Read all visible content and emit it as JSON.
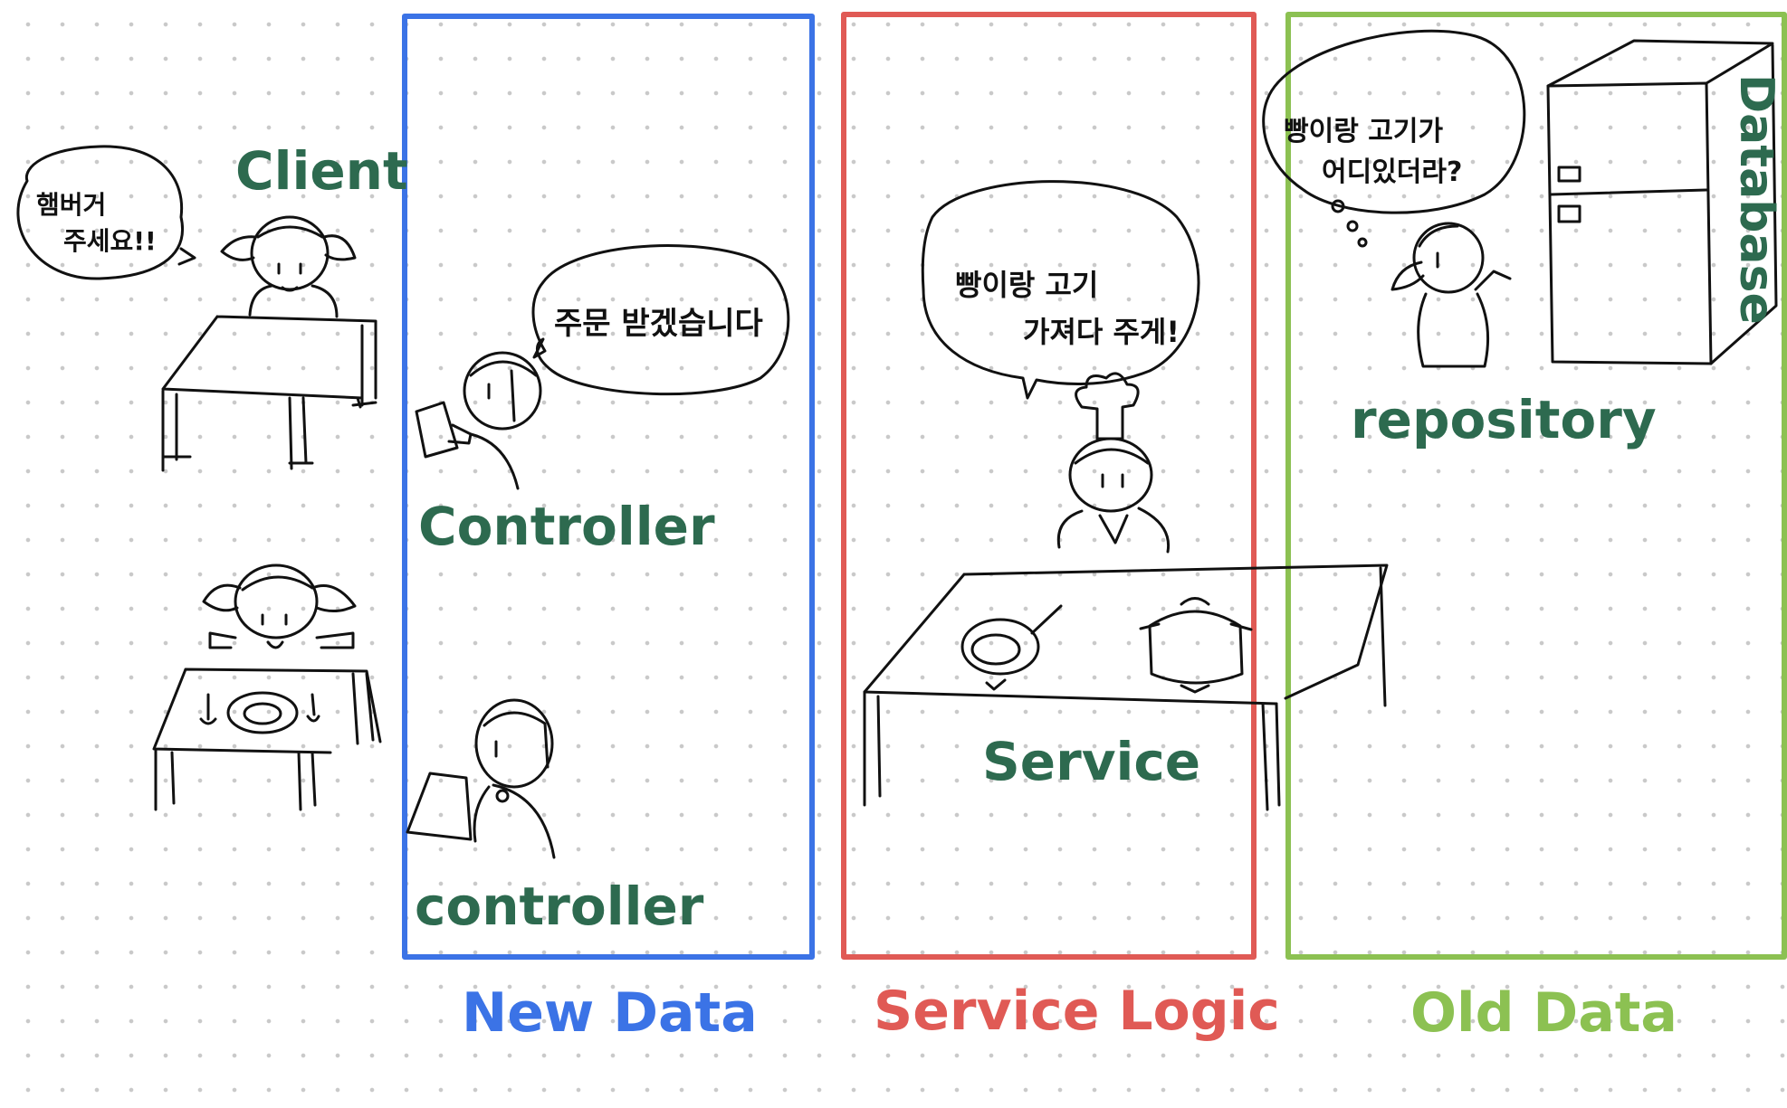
{
  "colors": {
    "new_data": "#3b73e6",
    "service_logic": "#e05a55",
    "old_data": "#8cc152",
    "label_green": "#2d6a4f",
    "ink": "#111111"
  },
  "labels": {
    "client": "Client",
    "controller_top": "Controller",
    "controller_bottom": "controller",
    "service": "Service",
    "repository": "repository",
    "database": "Database"
  },
  "speech": {
    "client_line1": "햄버거",
    "client_line2": "주세요!!",
    "controller": "주문 받겠습니다",
    "service_line1": "빵이랑 고기",
    "service_line2": "가져다 주게!",
    "repository_line1": "빵이랑 고기가",
    "repository_line2": "어디있더라?"
  },
  "sections": {
    "new_data": "New Data",
    "service_logic": "Service Logic",
    "old_data": "Old Data"
  }
}
